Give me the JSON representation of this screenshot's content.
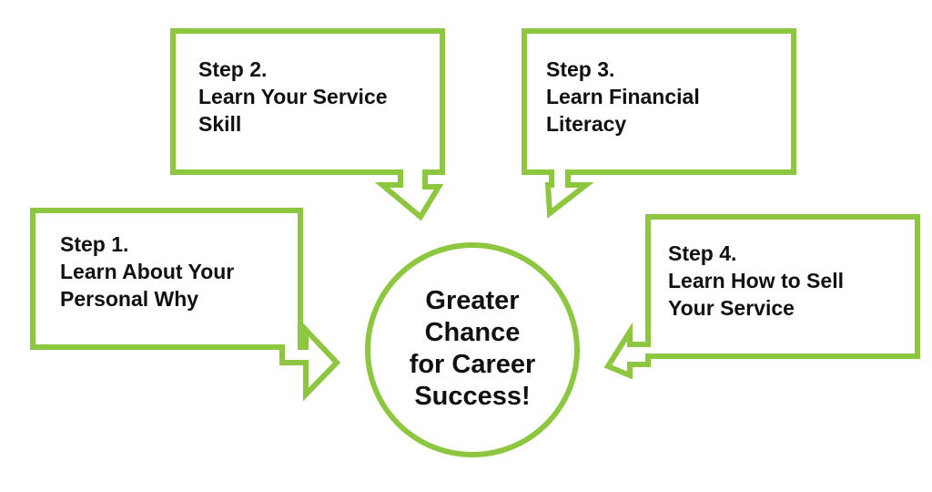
{
  "colors": {
    "accent": "#8dc63f",
    "text": "#111111",
    "background": "#ffffff"
  },
  "steps": [
    {
      "step_label": "Step 1.",
      "lines": [
        "Learn About Your",
        "Personal Why"
      ]
    },
    {
      "step_label": "Step 2.",
      "lines": [
        "Learn Your Service",
        "Skill"
      ]
    },
    {
      "step_label": "Step 3.",
      "lines": [
        "Learn Financial",
        "Literacy"
      ]
    },
    {
      "step_label": "Step 4.",
      "lines": [
        "Learn How to Sell",
        "Your Service"
      ]
    }
  ],
  "center": {
    "lines": [
      "Greater",
      "Chance",
      "for Career",
      "Success!"
    ]
  }
}
